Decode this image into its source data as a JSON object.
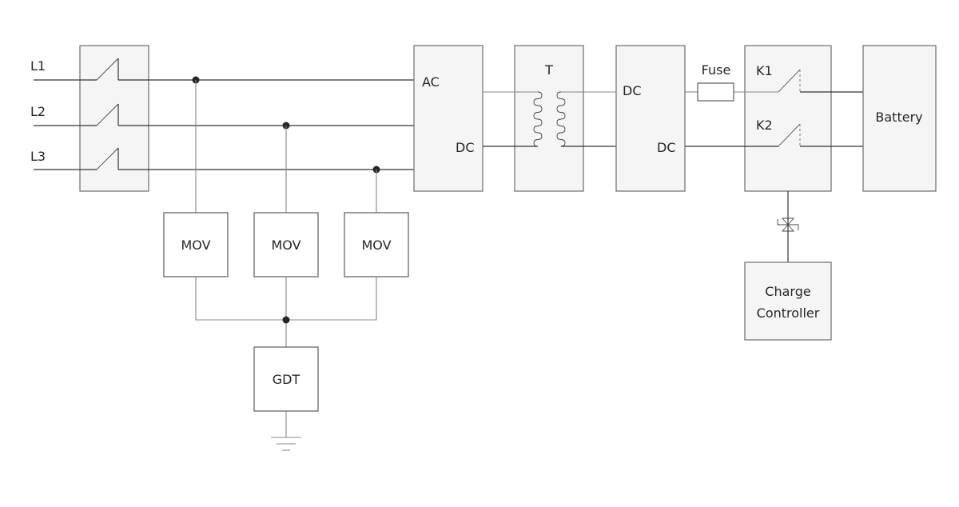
{
  "inputs": {
    "l1": "L1",
    "l2": "L2",
    "l3": "L3"
  },
  "rectifier": {
    "ac_label": "AC",
    "dc_label": "DC"
  },
  "transformer": {
    "label": "T"
  },
  "dcdc": {
    "in_label": "DC",
    "out_label": "DC"
  },
  "fuse": {
    "label": "Fuse"
  },
  "contactors": {
    "k1": "K1",
    "k2": "K2"
  },
  "battery": {
    "label": "Battery"
  },
  "mov": {
    "labels": [
      "MOV",
      "MOV",
      "MOV"
    ]
  },
  "gdt": {
    "label": "GDT"
  },
  "charge_controller": {
    "line1": "Charge",
    "line2": "Controller"
  }
}
